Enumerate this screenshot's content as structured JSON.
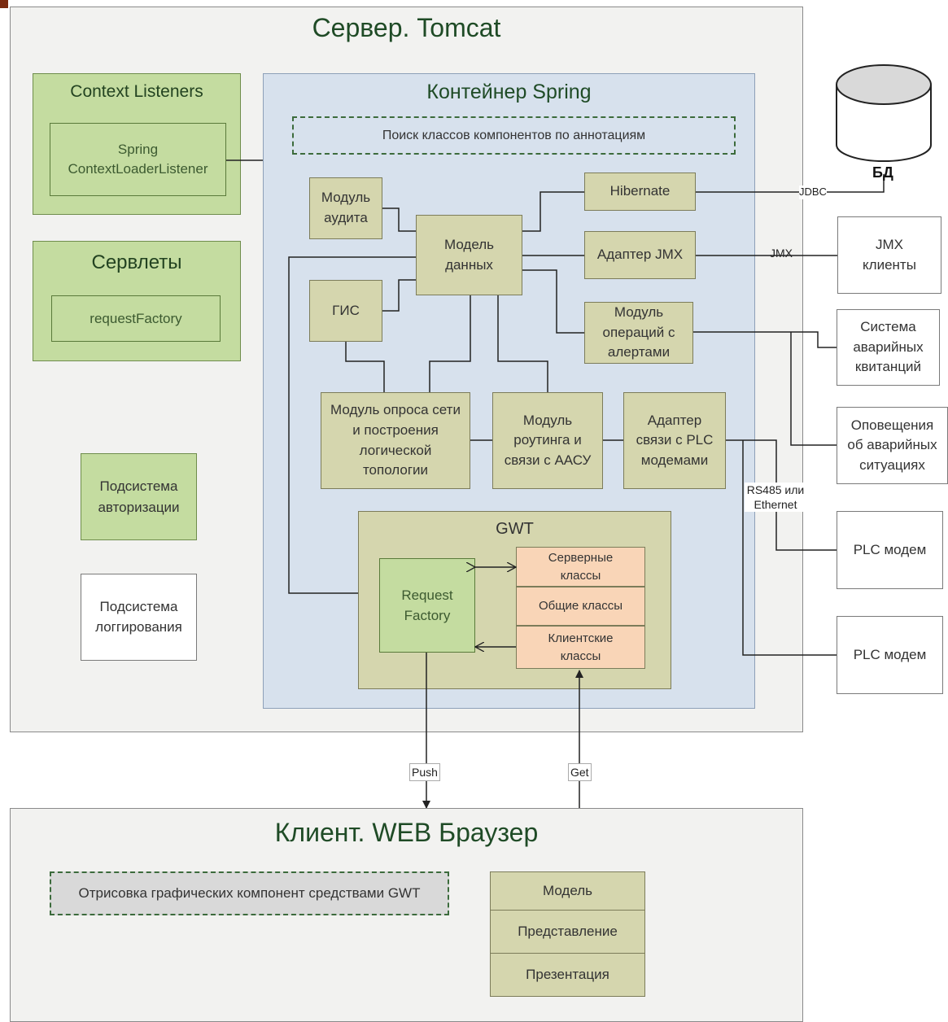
{
  "server": {
    "title": "Сервер. Tomcat",
    "context_listeners": {
      "title": "Context Listeners",
      "inner": "Spring ContextLoaderListener"
    },
    "servlets": {
      "title": "Сервлеты",
      "inner": "requestFactory"
    },
    "auth_subsystem": "Подсистема авторизации",
    "logging_subsystem": "Подсистема логгирования",
    "spring": {
      "title": "Контейнер Spring",
      "annotation_scan": "Поиск классов компонентов по аннотациям",
      "audit_module": "Модуль аудита",
      "data_model": "Модель данных",
      "gis": "ГИС",
      "hibernate": "Hibernate",
      "jmx_adapter": "Адаптер JMX",
      "alerts_module": "Модуль операций с алертами",
      "network_module": "Модуль опроса сети и построения логической топологии",
      "routing_module": "Модуль роутинга и связи с ААСУ",
      "plc_adapter": "Адаптер связи с PLC модемами",
      "gwt": {
        "title": "GWT",
        "request_factory": "Request Factory",
        "server_classes": "Серверные классы",
        "common_classes": "Общие классы",
        "client_classes": "Клиентские классы"
      }
    }
  },
  "external": {
    "db_label": "БД",
    "jmx_clients": "JMX клиенты",
    "alarm_receipts": "Система аварийных квитанций",
    "alarm_notifications": "Оповещения об аварийных ситуациях",
    "plc_modem_1": "PLC модем",
    "plc_modem_2": "PLC модем"
  },
  "connection_labels": {
    "jdbc": "JDBC",
    "jmx": "JMX",
    "rs485": "RS485 или Ethernet",
    "push": "Push",
    "get": "Get"
  },
  "client": {
    "title": "Клиент. WEB Браузер",
    "gwt_rendering": "Отрисовка графических компонент средствами GWT",
    "mvp": [
      "Модель",
      "Представление",
      "Презентация"
    ]
  }
}
